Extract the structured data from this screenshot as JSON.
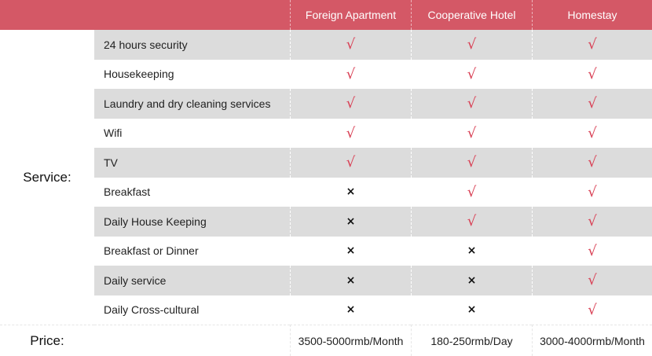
{
  "header": {
    "columns": [
      "Foreign Apartment",
      "Cooperative Hotel",
      "Homestay"
    ]
  },
  "section_label": "Service:",
  "marks": {
    "yes": "√",
    "no": "×"
  },
  "services": [
    {
      "name": "24 hours security",
      "values": [
        "√",
        "√",
        "√"
      ]
    },
    {
      "name": "Housekeeping",
      "values": [
        "√",
        "√",
        "√"
      ]
    },
    {
      "name": "Laundry and dry cleaning services",
      "values": [
        "√",
        "√",
        "√"
      ]
    },
    {
      "name": "Wifi",
      "values": [
        "√",
        "√",
        "√"
      ]
    },
    {
      "name": "TV",
      "values": [
        "√",
        "√",
        "√"
      ]
    },
    {
      "name": "Breakfast",
      "values": [
        "×",
        "√",
        "√"
      ]
    },
    {
      "name": "Daily House Keeping",
      "values": [
        "×",
        "√",
        "√"
      ]
    },
    {
      "name": "Breakfast or Dinner",
      "values": [
        "×",
        "×",
        "√"
      ]
    },
    {
      "name": "Daily service",
      "values": [
        "×",
        "×",
        "√"
      ]
    },
    {
      "name": "Daily Cross-cultural",
      "values": [
        "×",
        "×",
        "√"
      ]
    }
  ],
  "price": {
    "label": "Price:",
    "values": [
      "3500-5000rmb/Month",
      "180-250rmb/Day",
      "3000-4000rmb/Month"
    ]
  },
  "colors": {
    "header_bg": "#d45866",
    "check": "#d94055",
    "row_stripe": "#dcdcdc"
  }
}
